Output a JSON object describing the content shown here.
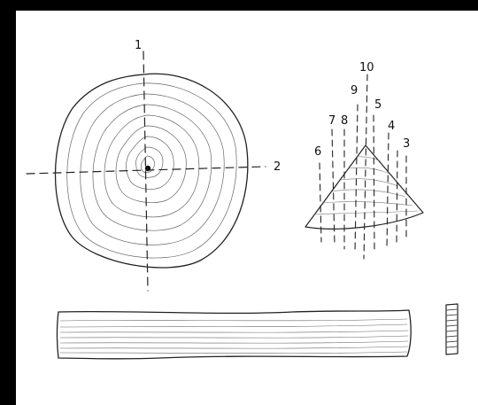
{
  "labels": {
    "axis_vertical": "1",
    "axis_horizontal": "2",
    "cut_3": "3",
    "cut_4": "4",
    "cut_5": "5",
    "cut_6": "6",
    "cut_7": "7",
    "cut_8": "8",
    "cut_9": "9",
    "cut_10": "10"
  },
  "colors": {
    "ink": "#111111",
    "background": "#ffffff",
    "border": "#000000"
  }
}
